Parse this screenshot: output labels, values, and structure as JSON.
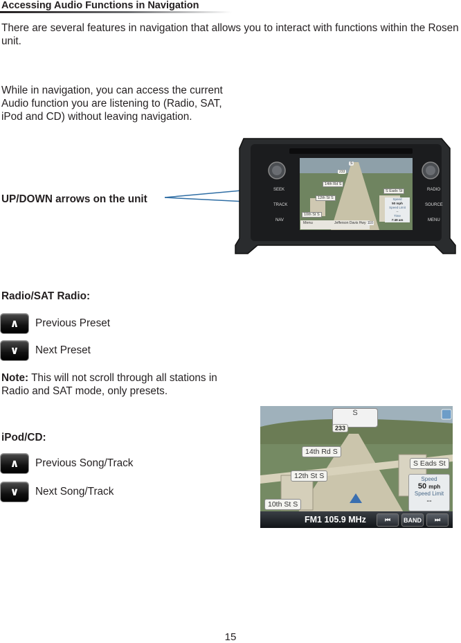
{
  "title": "Accessing Audio Functions in Navigation",
  "intro": "There are several features in navigation that allows you to interact with functions within the Rosen unit.",
  "access_text": "While in navigation, you can access the current Audio function you are listening to (Radio, SAT, iPod and CD) without leaving navigation.",
  "callout_label": "UP/DOWN arrows on the unit",
  "radio": {
    "heading": "Radio/SAT Radio:",
    "prev_label": "Previous Preset",
    "next_label": "Next Preset",
    "note_bold": "Note:",
    "note_text": " This will not scroll through all stations in Radio and SAT mode, only presets."
  },
  "ipod": {
    "heading": "iPod/CD:",
    "prev_label": "Previous Song/Track",
    "next_label": "Next Song/Track"
  },
  "buttons": {
    "up_glyph": "∧",
    "down_glyph": "∨"
  },
  "device": {
    "seek": "SEEK",
    "track": "TRACK",
    "nav": "NAV",
    "radio": "RADIO",
    "source": "SOURCE",
    "menu": "MENU",
    "menu_softkey": "Menu",
    "route": "233",
    "compass": "S",
    "streets": [
      "14th Rd S",
      "12th St S",
      "10th St S",
      "S Eads St"
    ],
    "jefferson": "Jefferson Davis Hwy",
    "hwy": "110",
    "speed_label": "Speed",
    "speed_value": "50",
    "speed_unit": "mph",
    "limit_label": "Speed Limit",
    "limit_value": "--",
    "time_label": "Time",
    "time_value": "7:49",
    "time_suffix": "am"
  },
  "nav_screen": {
    "route": "233",
    "compass": "S",
    "streets": [
      "14th Rd S",
      "12th St S",
      "10th St S",
      "S Eads St"
    ],
    "speed_label": "Speed",
    "speed_value": "50",
    "speed_unit": "mph",
    "limit_label": "Speed Limit",
    "limit_value": "--",
    "frequency": "FM1 105.9 MHz",
    "prev_glyph": "⏮",
    "band": "BAND",
    "next_glyph": "⏭"
  },
  "page_number": "15",
  "colors": {
    "text": "#231f20",
    "callout_line": "#2e6da4",
    "map_green": "#7a8d6a"
  }
}
